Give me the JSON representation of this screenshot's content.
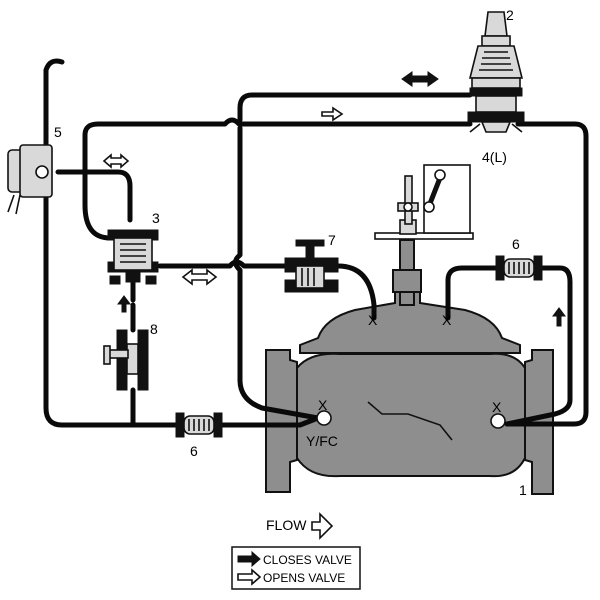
{
  "labels": {
    "main_valve": "1",
    "pilot": "2",
    "accelerator": "3",
    "limit_switch": "4(L)",
    "solenoid": "5",
    "strainer": "6",
    "needle_valve": "7",
    "cock": "8",
    "port_inlet": "X",
    "port_outlet": "X",
    "port_cover_left": "X",
    "port_cover_right": "X",
    "port_code": "Y/FC"
  },
  "flow": {
    "label": "FLOW"
  },
  "legend": {
    "closes": "CLOSES VALVE",
    "opens": "OPENS VALVE"
  },
  "colors": {
    "pipe": "#0a0a0a",
    "valve_body": "#8e8e8e",
    "component": "#d9d9d9"
  }
}
